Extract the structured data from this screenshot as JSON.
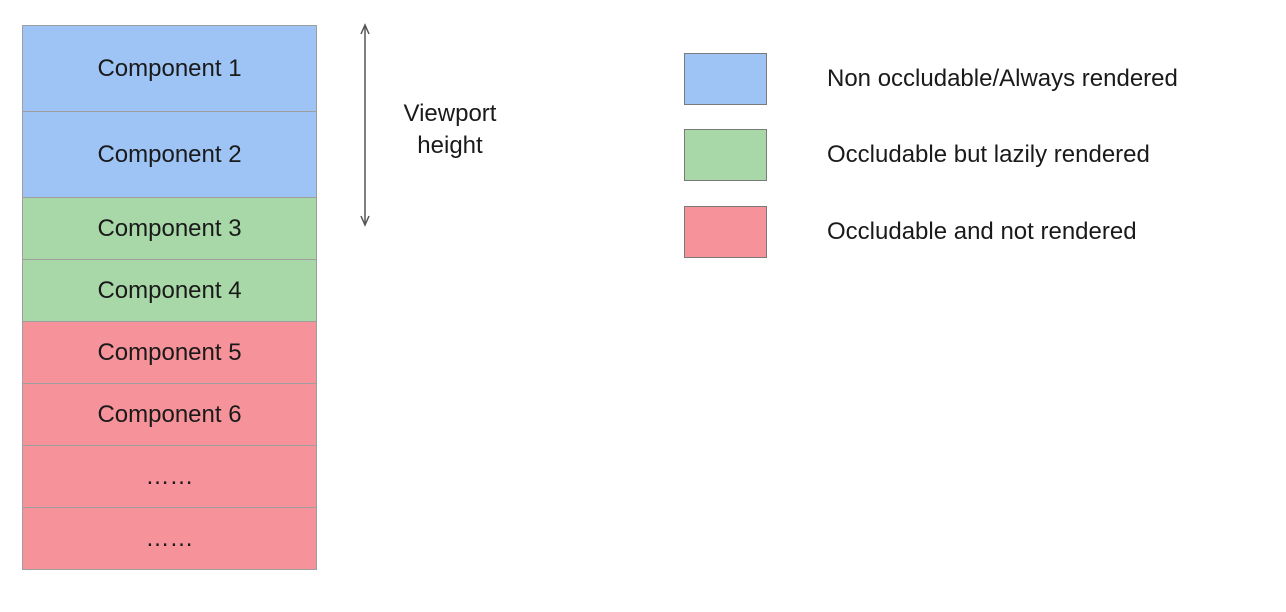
{
  "components": [
    {
      "label": "Component 1",
      "category": "non_occludable",
      "color": "#9ec3f5"
    },
    {
      "label": "Component 2",
      "category": "non_occludable",
      "color": "#9ec3f5"
    },
    {
      "label": "Component 3",
      "category": "lazy",
      "color": "#a8d8a8"
    },
    {
      "label": "Component 4",
      "category": "lazy",
      "color": "#a8d8a8"
    },
    {
      "label": "Component 5",
      "category": "not_rendered",
      "color": "#f6929a"
    },
    {
      "label": "Component 6",
      "category": "not_rendered",
      "color": "#f6929a"
    },
    {
      "label": "……",
      "category": "not_rendered",
      "color": "#f6929a"
    },
    {
      "label": "……",
      "category": "not_rendered",
      "color": "#f6929a"
    }
  ],
  "viewport": {
    "line1": "Viewport",
    "line2": "height"
  },
  "legend": [
    {
      "label": "Non occludable/Always rendered",
      "color": "#9ec3f5"
    },
    {
      "label": "Occludable but lazily rendered",
      "color": "#a8d8a8"
    },
    {
      "label": "Occludable and not rendered",
      "color": "#f6929a"
    }
  ]
}
